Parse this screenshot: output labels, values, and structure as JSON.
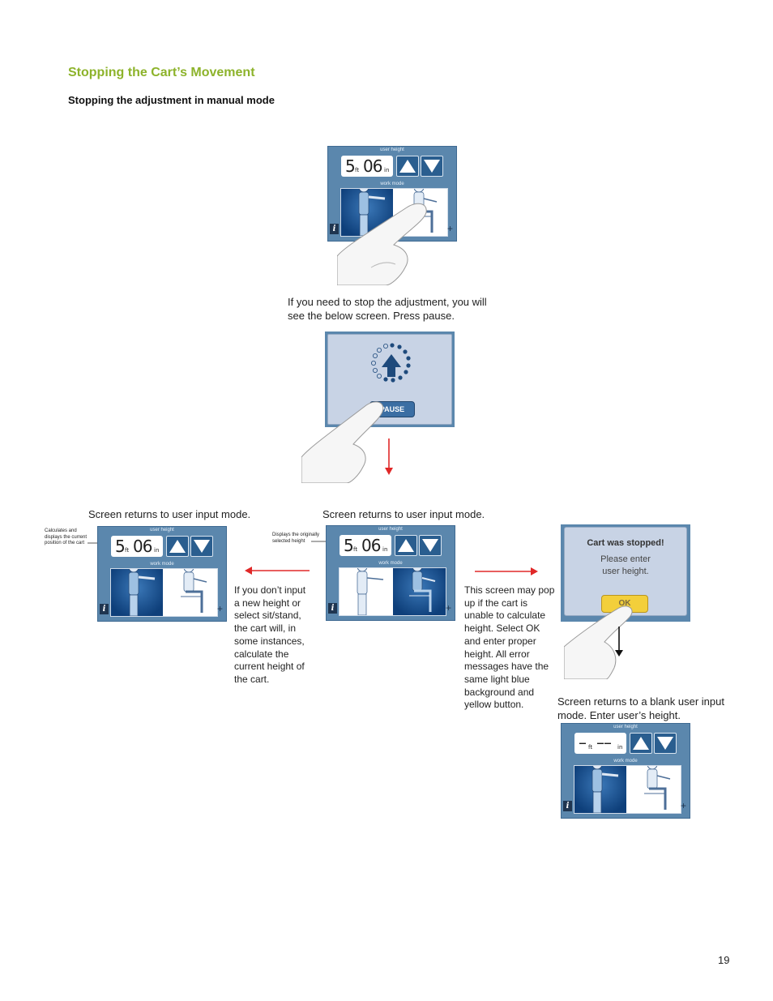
{
  "heading": "Stopping the Cart’s Movement",
  "subheading": "Stopping the adjustment in manual mode",
  "screen": {
    "user_height_label": "user height",
    "work_mode_label": "work mode",
    "feet": "5",
    "inches": "06",
    "feet_unit": "ft",
    "inches_unit": "in",
    "blank_feet": "–",
    "blank_inches": "––",
    "info_label": "i",
    "plus_label": "+"
  },
  "step1": {
    "caption": "If you need to stop the adjustment, you will see the below screen. Press pause."
  },
  "progress": {
    "pause_label": "PAUSE"
  },
  "left_branch": {
    "caption": "Screen returns to user input mode.",
    "callout": "Calculates and displays the current position of the cart",
    "note": "If you don’t input a new height or select sit/stand, the cart will, in some instances, calculate the current height of the cart."
  },
  "middle_branch": {
    "caption": "Screen returns to user input mode.",
    "callout": "Displays the originally selected height",
    "note": "This screen may pop up if the cart is unable to calculate height. Select OK and enter proper height. All error messages have the same light blue background and yellow button."
  },
  "dialog": {
    "title": "Cart was stopped!",
    "message": "Please enter user height.",
    "ok_label": "OK"
  },
  "final": {
    "caption": "Screen returns to a blank user input mode. Enter user’s height."
  },
  "colors": {
    "accent_green": "#8db32b",
    "screen_blue": "#5b87ad",
    "arrow_red": "#e02828",
    "dialog_bg": "#c8d3e5",
    "ok_yellow": "#f3cf3b"
  },
  "page_number": "19"
}
